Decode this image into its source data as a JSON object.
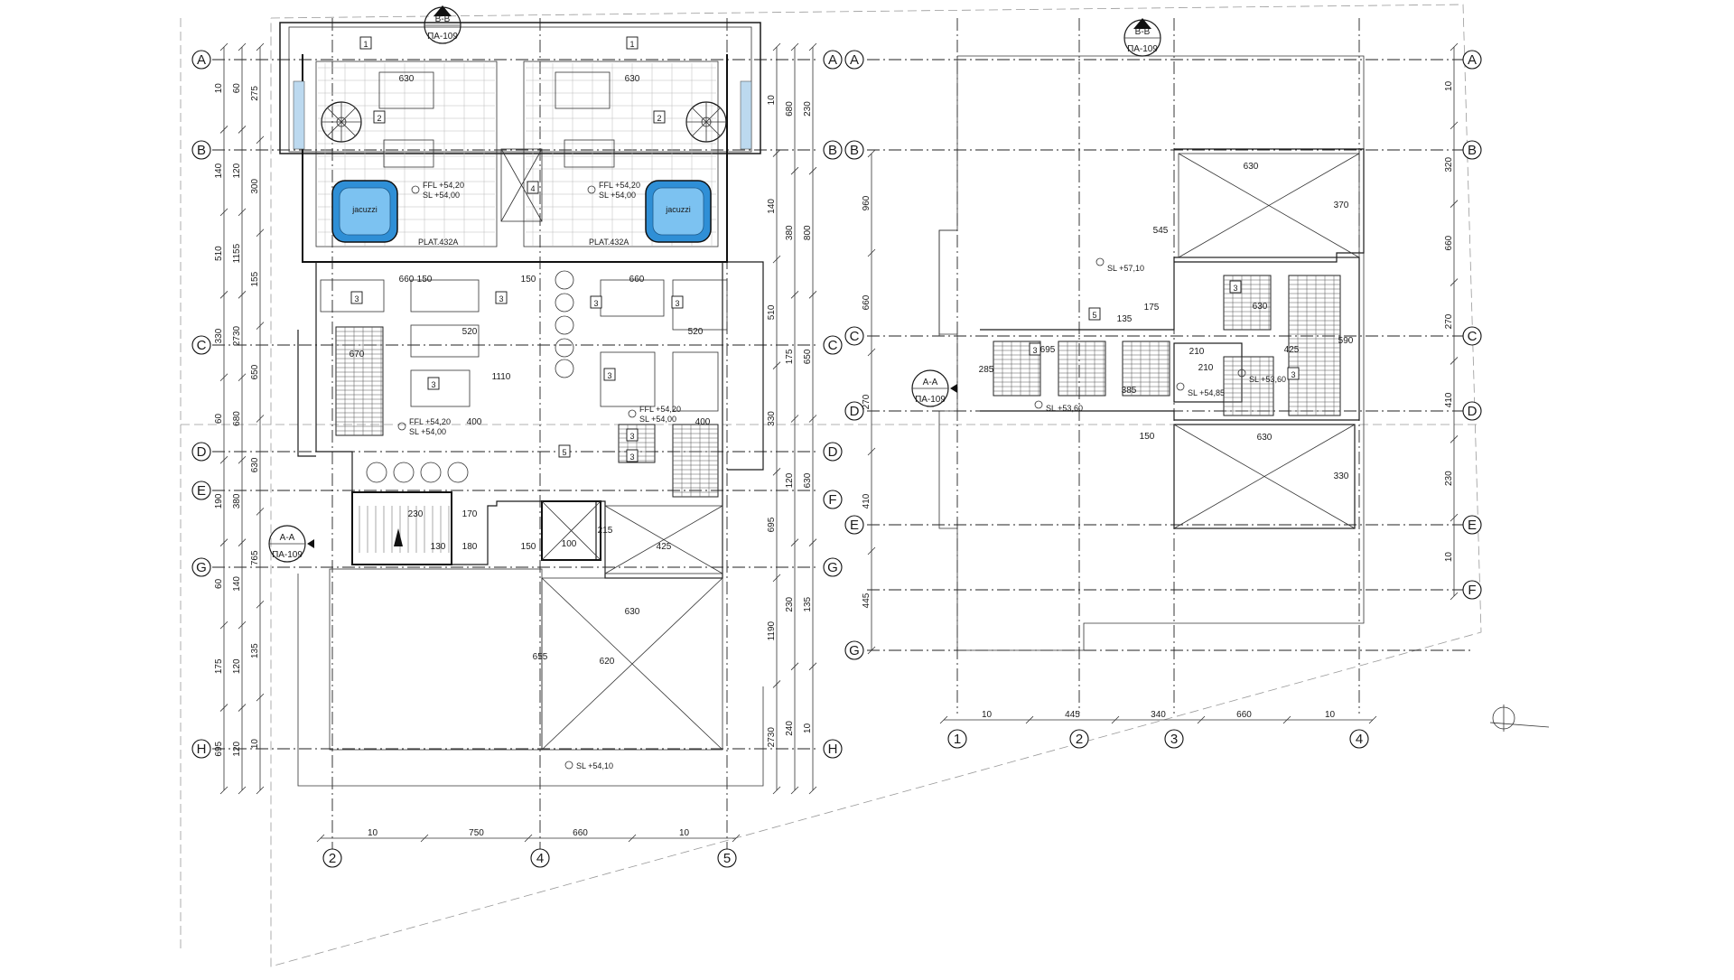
{
  "rows_left": [
    "A",
    "B",
    "C",
    "D",
    "E",
    "G",
    "H"
  ],
  "rows_right_left": [
    "A",
    "B",
    "C",
    "D",
    "F",
    "G",
    "H"
  ],
  "rows_plan2_left": [
    "A",
    "B",
    "C",
    "D",
    "E",
    "G"
  ],
  "rows_plan2_right": [
    "A",
    "B",
    "C",
    "D",
    "E",
    "F"
  ],
  "cols_left": [
    "2",
    "4",
    "5"
  ],
  "cols_right": [
    "1",
    "2",
    "3",
    "4"
  ],
  "dims": {
    "l_bottom": [
      "10",
      "750",
      "660",
      "10"
    ],
    "r_bottom": [
      "10",
      "445",
      "340",
      "660",
      "10"
    ],
    "left_outer": [
      "10",
      "140",
      "510",
      "330",
      "60",
      "190",
      "60",
      "175",
      "695",
      "60",
      "120",
      "1155",
      "2730",
      "680",
      "380",
      "140",
      "120",
      "120",
      "275",
      "300",
      "155",
      "650",
      "630",
      "765",
      "135",
      "10"
    ],
    "right_outer": [
      "10",
      "140",
      "510",
      "330",
      "695",
      "1190",
      "2730",
      "680",
      "380",
      "175",
      "120",
      "230",
      "240",
      "230",
      "800",
      "650",
      "630",
      "135",
      "10"
    ],
    "r2_right": [
      "10",
      "320",
      "660",
      "270",
      "410",
      "230",
      "10"
    ],
    "r2_left": [
      "960",
      "660",
      "270",
      "410",
      "445"
    ]
  },
  "labels": {
    "section_bb": "B-B",
    "section_ref": "ПА-109",
    "section_aa": "A-A",
    "jacuzzi": "jacuzzi",
    "plat_a": "PLAT.432A",
    "plat_b": "PLAT.432A",
    "ffl_1": "FFL +54,20",
    "sl_1": "SL +54,00",
    "ffl_2": "FFL +54,20",
    "sl_2": "SL +54,00",
    "ffl_3": "FFL +54,20",
    "sl_3": "SL +54,00",
    "ffl_4": "FFL +54,20",
    "sl_4": "SL +54,00",
    "sl_bottom": "SL +54,10",
    "sl_roof": "SL +57,10",
    "sl_r2": "SL +54,85",
    "sl_r3": "SL +53,60",
    "sl_r4": "SL +53,60"
  },
  "room_dims": [
    "630",
    "630",
    "660",
    "660",
    "150",
    "150",
    "670",
    "520",
    "520",
    "1110",
    "400",
    "400",
    "230",
    "170",
    "180",
    "130",
    "150",
    "425",
    "630",
    "655",
    "620",
    "215",
    "100",
    "630",
    "695",
    "630",
    "425",
    "210",
    "210",
    "590",
    "285",
    "385",
    "150",
    "630",
    "330",
    "545",
    "370",
    "175",
    "135"
  ],
  "tags": [
    "1",
    "2",
    "3",
    "4",
    "5"
  ]
}
